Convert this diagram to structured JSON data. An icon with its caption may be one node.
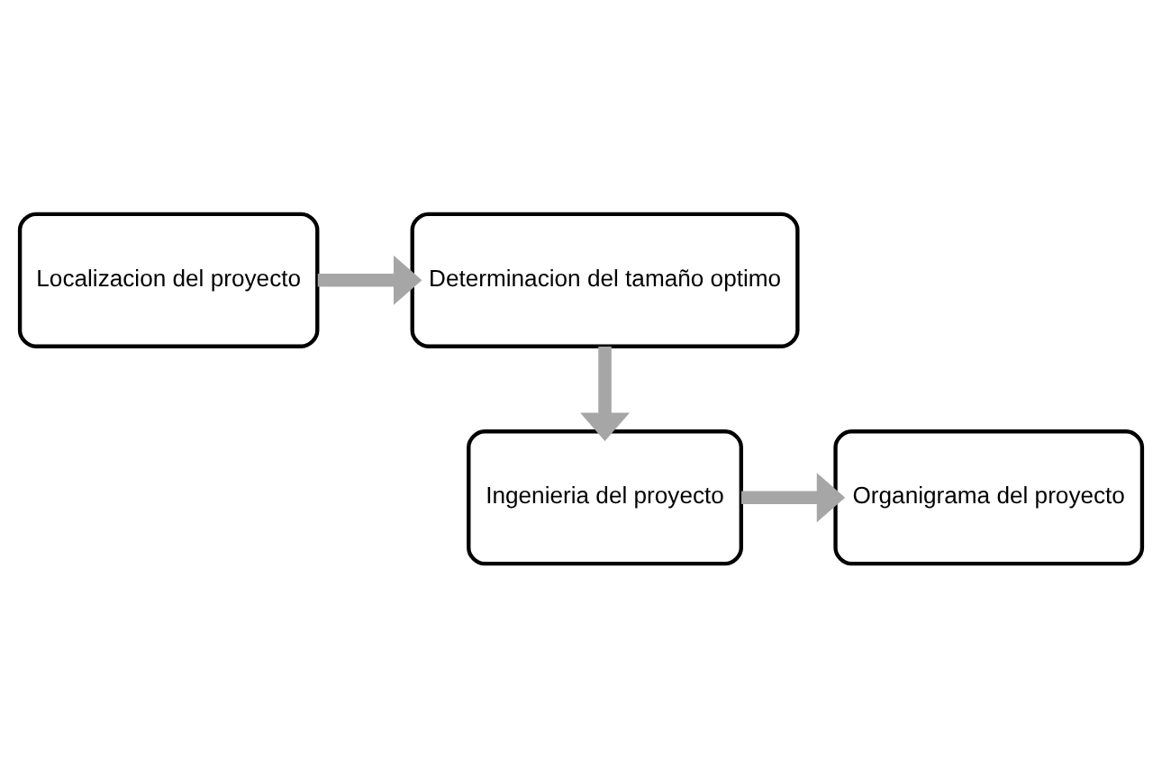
{
  "diagram": {
    "nodes": [
      {
        "text": [
          "Localizacion del proyecto"
        ]
      },
      {
        "text": [
          "Determinacion del tamaño optimo"
        ]
      },
      {
        "text": [
          "Ingenieria del proyecto"
        ]
      },
      {
        "text": [
          "Organigrama del proyecto"
        ]
      }
    ],
    "edges": [
      {
        "from": 0,
        "to": 1,
        "arrow": "to"
      },
      {
        "from": 1,
        "to": 2,
        "arrow": "to"
      },
      {
        "from": 2,
        "to": 3,
        "arrow": "to"
      }
    ]
  }
}
